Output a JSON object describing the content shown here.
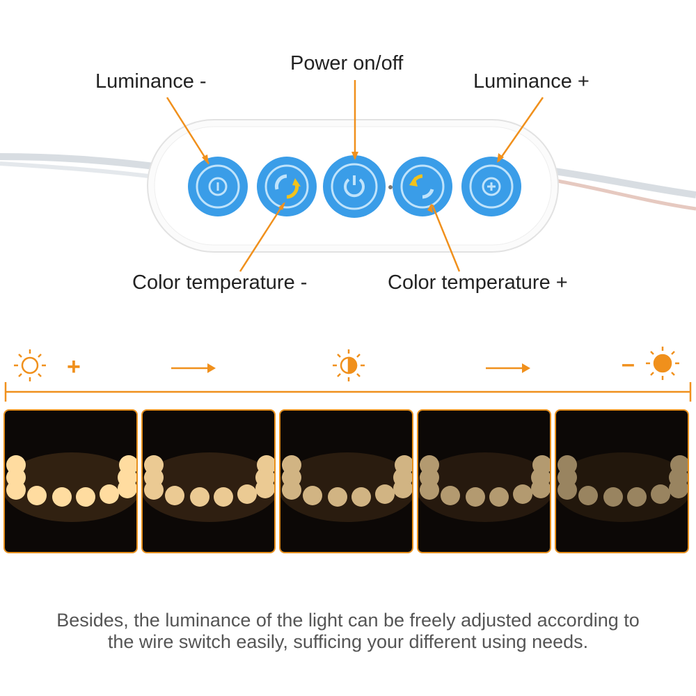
{
  "labels": {
    "luminance_minus": "Luminance -",
    "power": "Power on/off",
    "luminance_plus": "Luminance +",
    "color_temp_minus": "Color temperature -",
    "color_temp_plus": "Color temperature +"
  },
  "scale": {
    "plus_sign": "+",
    "minus_sign": "–"
  },
  "colors": {
    "accent": "#f0901c",
    "button_blue": "#3a9de8",
    "button_light": "#bfe3fb",
    "arrow_yellow": "#f2c21b"
  },
  "panels": [
    {
      "brightness": 1.0
    },
    {
      "brightness": 0.92
    },
    {
      "brightness": 0.82
    },
    {
      "brightness": 0.7
    },
    {
      "brightness": 0.6
    }
  ],
  "caption": {
    "line1": "Besides, the luminance of the light can be freely adjusted according to",
    "line2": "the wire switch easily, sufficing your different using needs."
  }
}
